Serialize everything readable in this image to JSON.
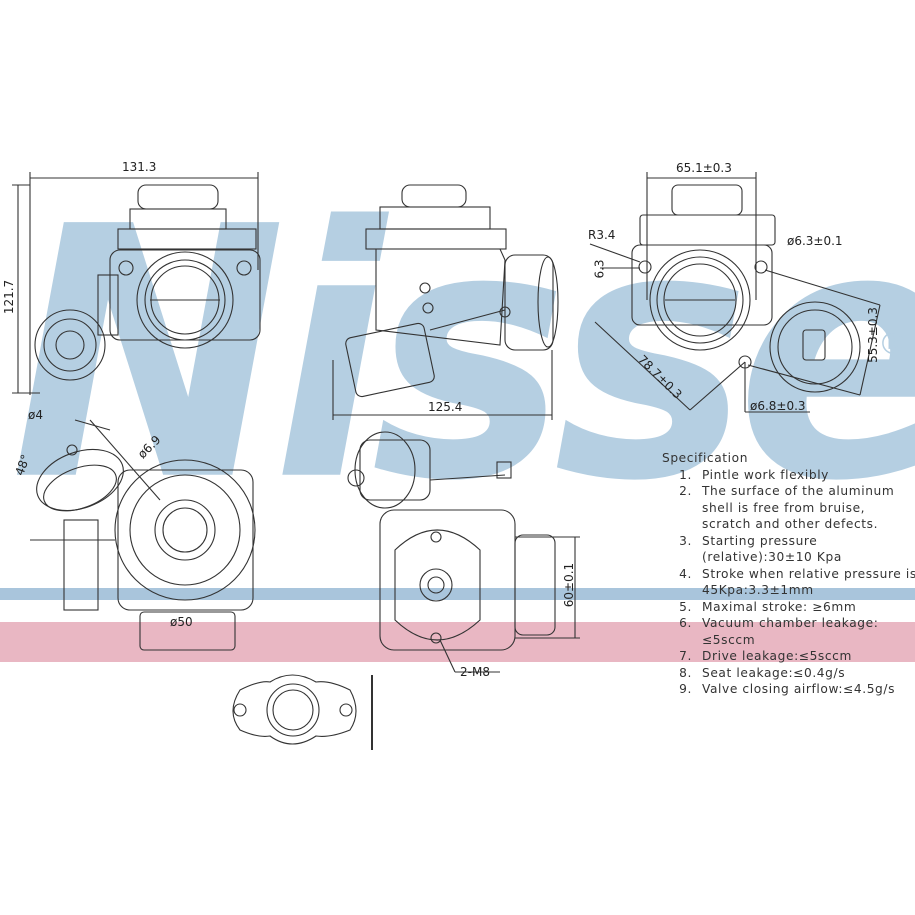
{
  "watermark": {
    "brand": "Nissens",
    "registered_mark": "®"
  },
  "dimensions": {
    "width_front": "131.3",
    "height_front": "121.7",
    "length_side": "125.4",
    "flange_width": "65.1±0.3",
    "radius": "R3.4",
    "offset": "6.3",
    "hole_top": "ø6.3±0.1",
    "diag_right": "55.3±0.3",
    "diag_left": "78.7±0.3",
    "hole_bottom": "ø6.8±0.3",
    "port_dia": "ø4",
    "angle": "48°",
    "nozzle_dia": "ø6.9",
    "bore_dia": "ø50",
    "flange_height": "60±0.1",
    "bolts": "2-M8"
  },
  "specification": {
    "title": "Specification",
    "items": [
      {
        "n": "1.",
        "text": "Pintle work flexibly"
      },
      {
        "n": "2.",
        "text": "The surface of the aluminum shell is free from bruise, scratch and other defects."
      },
      {
        "n": "3.",
        "text": "Starting pressure (relative):30±10 Kpa"
      },
      {
        "n": "4.",
        "text": "Stroke when relative pressure is 45Kpa:3.3±1mm"
      },
      {
        "n": "5.",
        "text": "Maximal stroke: ≥6mm"
      },
      {
        "n": "6.",
        "text": "Vacuum chamber leakage: ≤5sccm"
      },
      {
        "n": "7.",
        "text": "Drive leakage:≤5sccm"
      },
      {
        "n": "8.",
        "text": "Seat leakage:≤0.4g/s"
      },
      {
        "n": "9.",
        "text": "Valve closing airflow:≤4.5g/s"
      }
    ]
  }
}
